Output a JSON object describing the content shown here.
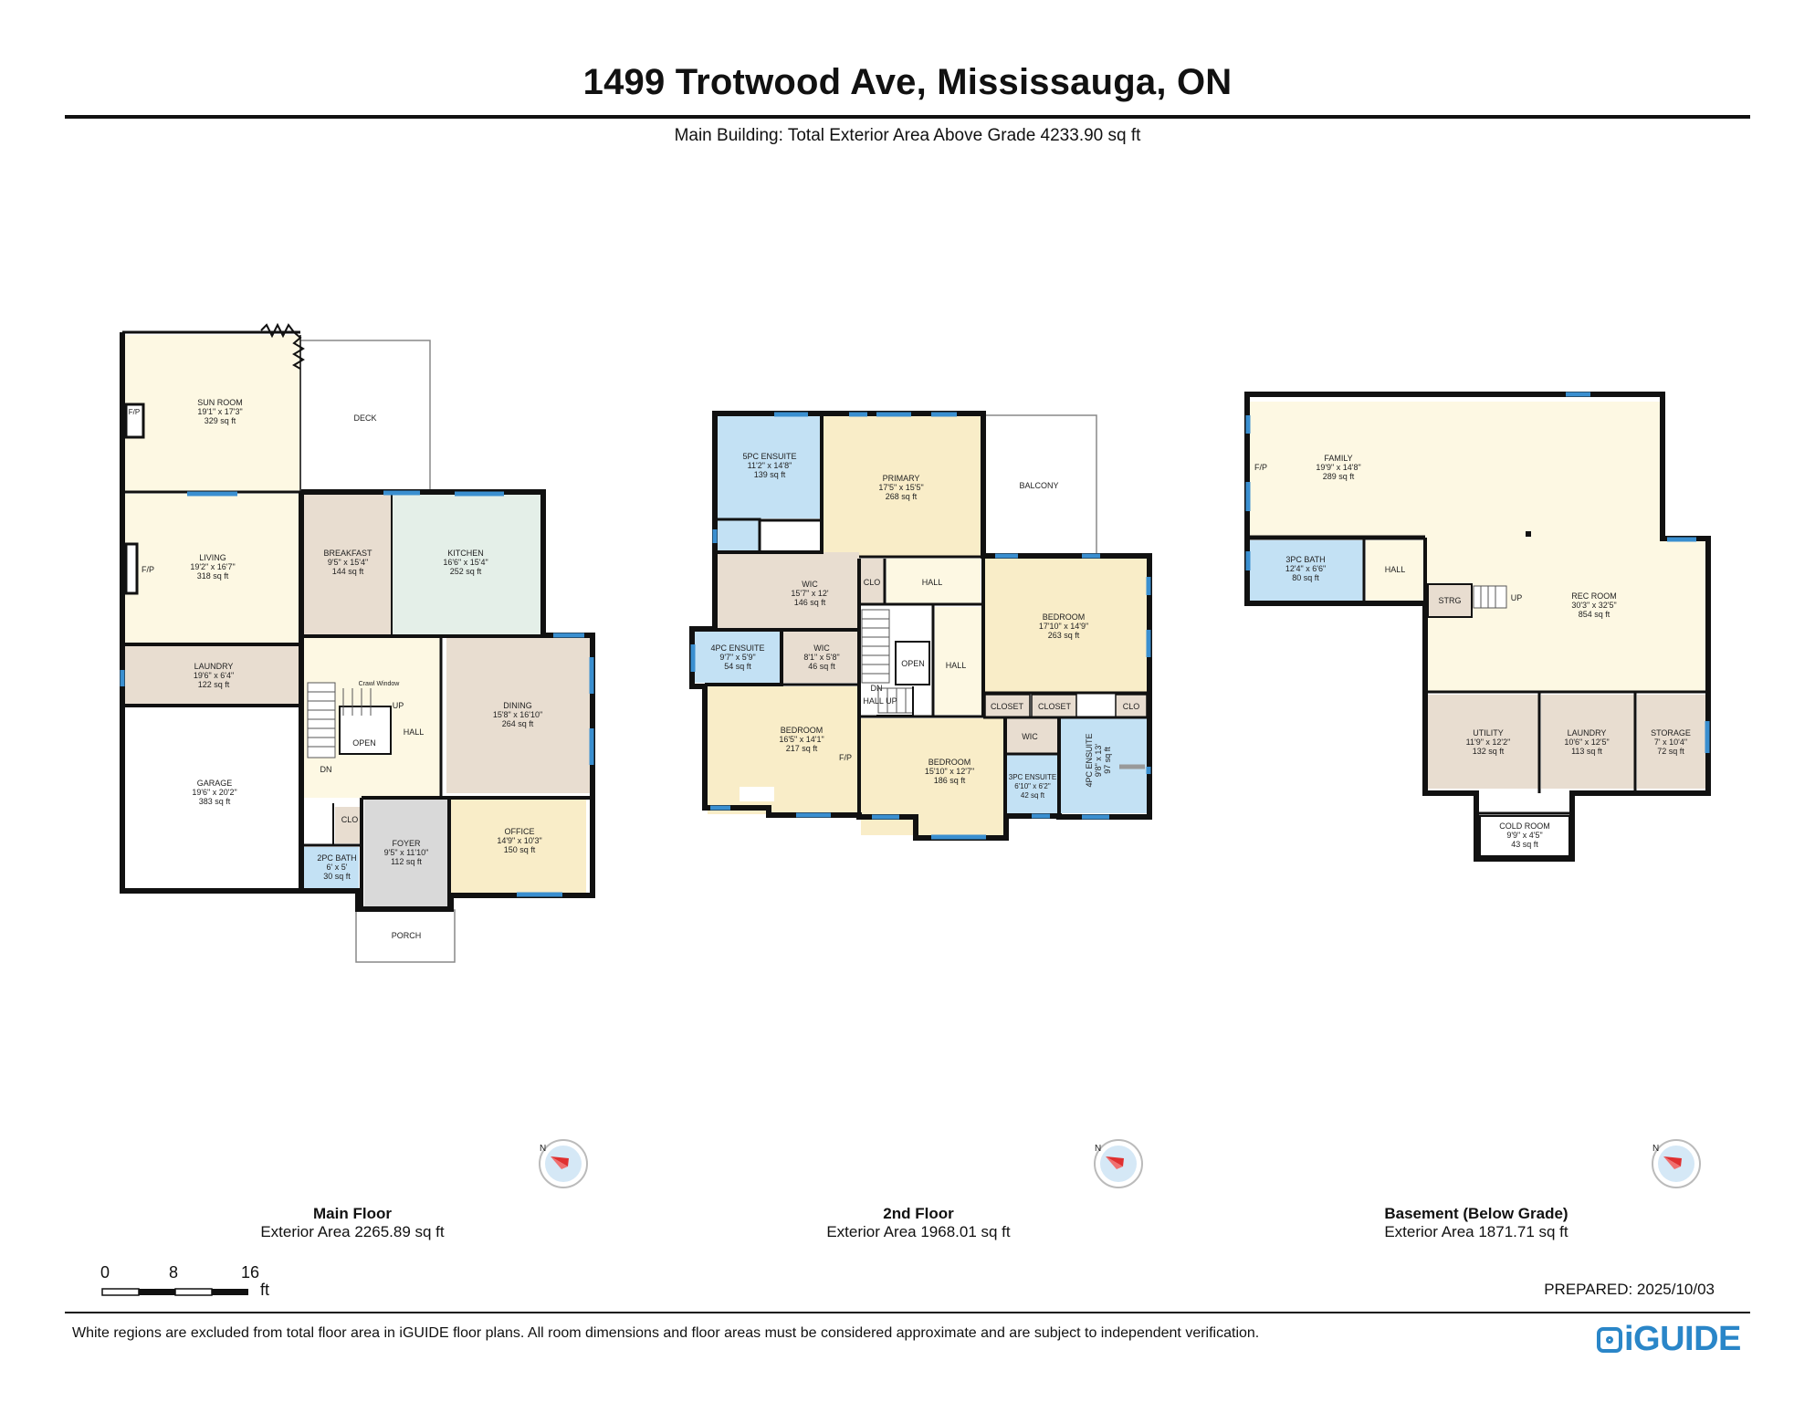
{
  "header": {
    "title": "1499 Trotwood Ave, Mississauga, ON",
    "subtitle": "Main Building: Total Exterior Area Above Grade 4233.90 sq ft"
  },
  "colors": {
    "wall": "#111111",
    "living": "#fdf8e3",
    "bedroom": "#f9edc8",
    "bath": "#c3e1f4",
    "utility": "#e8ddd0",
    "kitchen": "#e4efe8",
    "foyer": "#d9d9d9",
    "window": "#3a8fd0",
    "accent": "#2a86c8"
  },
  "floors": {
    "main": {
      "name": "Main Floor",
      "area": "Exterior Area 2265.89 sq ft",
      "rooms": {
        "sunroom": {
          "name": "SUN ROOM",
          "dims": "19'1\" x 17'3\"",
          "area": "329 sq ft"
        },
        "deck": {
          "name": "DECK"
        },
        "living": {
          "name": "LIVING",
          "dims": "19'2\" x 16'7\"",
          "area": "318 sq ft"
        },
        "breakfast": {
          "name": "BREAKFAST",
          "dims": "9'5\" x 15'4\"",
          "area": "144 sq ft"
        },
        "kitchen": {
          "name": "KITCHEN",
          "dims": "16'6\" x 15'4\"",
          "area": "252 sq ft"
        },
        "laundry": {
          "name": "LAUNDRY",
          "dims": "19'6\" x 6'4\"",
          "area": "122 sq ft"
        },
        "hall": {
          "name": "HALL"
        },
        "dining": {
          "name": "DINING",
          "dims": "15'8\" x 16'10\"",
          "area": "264 sq ft"
        },
        "garage": {
          "name": "GARAGE",
          "dims": "19'6\" x 20'2\"",
          "area": "383 sq ft"
        },
        "foyer": {
          "name": "FOYER",
          "dims": "9'5\" x 11'10\"",
          "area": "112 sq ft"
        },
        "office": {
          "name": "OFFICE",
          "dims": "14'9\" x 10'3\"",
          "area": "150 sq ft"
        },
        "bath2pc": {
          "name": "2PC BATH",
          "dims": "6' x 5'",
          "area": "30 sq ft"
        },
        "porch": {
          "name": "PORCH"
        }
      },
      "labels": {
        "fp1": "F/P",
        "fp2": "F/P",
        "up": "UP",
        "dn": "DN",
        "open": "OPEN",
        "clo": "CLO",
        "window": "Crawl Window"
      }
    },
    "second": {
      "name": "2nd Floor",
      "area": "Exterior Area 1968.01 sq ft",
      "rooms": {
        "ensuite5": {
          "name": "5PC ENSUITE",
          "dims": "11'2\" x 14'8\"",
          "area": "139 sq ft"
        },
        "primary": {
          "name": "PRIMARY",
          "dims": "17'5\" x 15'5\"",
          "area": "268 sq ft"
        },
        "balcony": {
          "name": "BALCONY"
        },
        "wic1": {
          "name": "WIC",
          "dims": "15'7\" x 12'",
          "area": "146 sq ft"
        },
        "ensuite4a": {
          "name": "4PC ENSUITE",
          "dims": "9'7\" x 5'9\"",
          "area": "54 sq ft"
        },
        "wic2": {
          "name": "WIC",
          "dims": "8'1\" x 5'8\"",
          "area": "46 sq ft"
        },
        "bedroom_ne": {
          "name": "BEDROOM",
          "dims": "17'10\" x 14'9\"",
          "area": "263 sq ft"
        },
        "bedroom_w": {
          "name": "BEDROOM",
          "dims": "16'5\" x 14'1\"",
          "area": "217 sq ft"
        },
        "bedroom_s": {
          "name": "BEDROOM",
          "dims": "15'10\" x 12'7\"",
          "area": "186 sq ft"
        },
        "ensuite3": {
          "name": "3PC ENSUITE",
          "dims": "6'10\" x 6'2\"",
          "area": "42 sq ft"
        },
        "ensuite4b": {
          "name": "4PC ENSUITE",
          "dims": "9'8\" x 13'",
          "area": "97 sq ft"
        }
      },
      "labels": {
        "hall1": "HALL",
        "hall2": "HALL",
        "hallup": "HALL UP",
        "dn": "DN",
        "open": "OPEN",
        "clo1": "CLO",
        "clo2": "CLO",
        "closet1": "CLOSET",
        "closet2": "CLOSET",
        "wic3": "WIC",
        "fp": "F/P"
      }
    },
    "basement": {
      "name": "Basement (Below Grade)",
      "area": "Exterior Area 1871.71 sq ft",
      "rooms": {
        "family": {
          "name": "FAMILY",
          "dims": "19'9\" x 14'8\"",
          "area": "289 sq ft"
        },
        "bath3": {
          "name": "3PC BATH",
          "dims": "12'4\" x 6'6\"",
          "area": "80 sq ft"
        },
        "rec": {
          "name": "REC ROOM",
          "dims": "30'3\" x 32'5\"",
          "area": "854 sq ft"
        },
        "utility": {
          "name": "UTILITY",
          "dims": "11'9\" x 12'2\"",
          "area": "132 sq ft"
        },
        "laundry": {
          "name": "LAUNDRY",
          "dims": "10'6\" x 12'5\"",
          "area": "113 sq ft"
        },
        "storage": {
          "name": "STORAGE",
          "dims": "7' x 10'4\"",
          "area": "72 sq ft"
        },
        "cold": {
          "name": "COLD ROOM",
          "dims": "9'9\" x 4'5\"",
          "area": "43 sq ft"
        }
      },
      "labels": {
        "hall": "HALL",
        "strg": "STRG",
        "up": "UP",
        "fp": "F/P"
      }
    }
  },
  "compass": {
    "label": "N"
  },
  "scale": {
    "ticks": [
      "0",
      "8",
      "16"
    ],
    "unit": "ft"
  },
  "prepared": "PREPARED: 2025/10/03",
  "disclaimer": "White regions are excluded from total floor area in iGUIDE floor plans. All room dimensions and floor areas must be considered approximate and are subject to independent verification.",
  "brand": {
    "name": "iGUIDE",
    "icon": "iguide-logo-icon"
  }
}
